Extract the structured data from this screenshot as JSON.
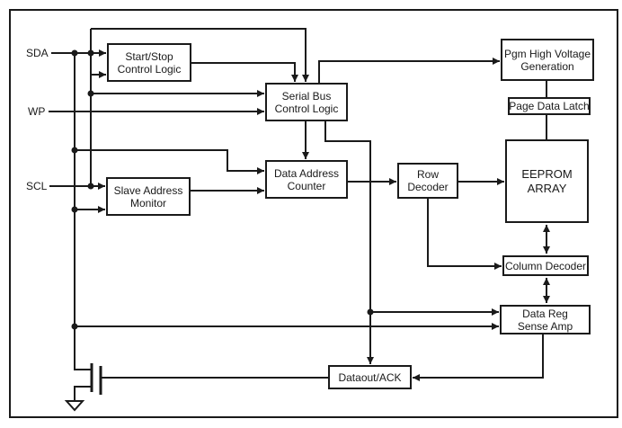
{
  "diagram": {
    "pins": {
      "sda": "SDA",
      "wp": "WP",
      "scl": "SCL"
    },
    "blocks": {
      "start_stop": {
        "line1": "Start/Stop",
        "line2": "Control Logic"
      },
      "serial_bus": {
        "line1": "Serial Bus",
        "line2": "Control Logic"
      },
      "slave_addr": {
        "line1": "Slave Address",
        "line2": "Monitor"
      },
      "data_addr": {
        "line1": "Data Address",
        "line2": "Counter"
      },
      "row_decoder": {
        "line1": "Row",
        "line2": "Decoder"
      },
      "pgm_hv": {
        "line1": "Pgm High Voltage",
        "line2": "Generation"
      },
      "page_latch": {
        "line1": "Page Data Latch"
      },
      "eeprom": {
        "line1": "EEPROM",
        "line2": "ARRAY"
      },
      "col_decoder": {
        "line1": "Column Decoder"
      },
      "data_reg": {
        "line1": "Data Reg",
        "line2": "Sense Amp"
      },
      "dataout": {
        "line1": "Dataout/ACK"
      }
    },
    "colors": {
      "line": "#1a1a1a",
      "background": "#ffffff",
      "box_fill": "#ffffff"
    }
  }
}
